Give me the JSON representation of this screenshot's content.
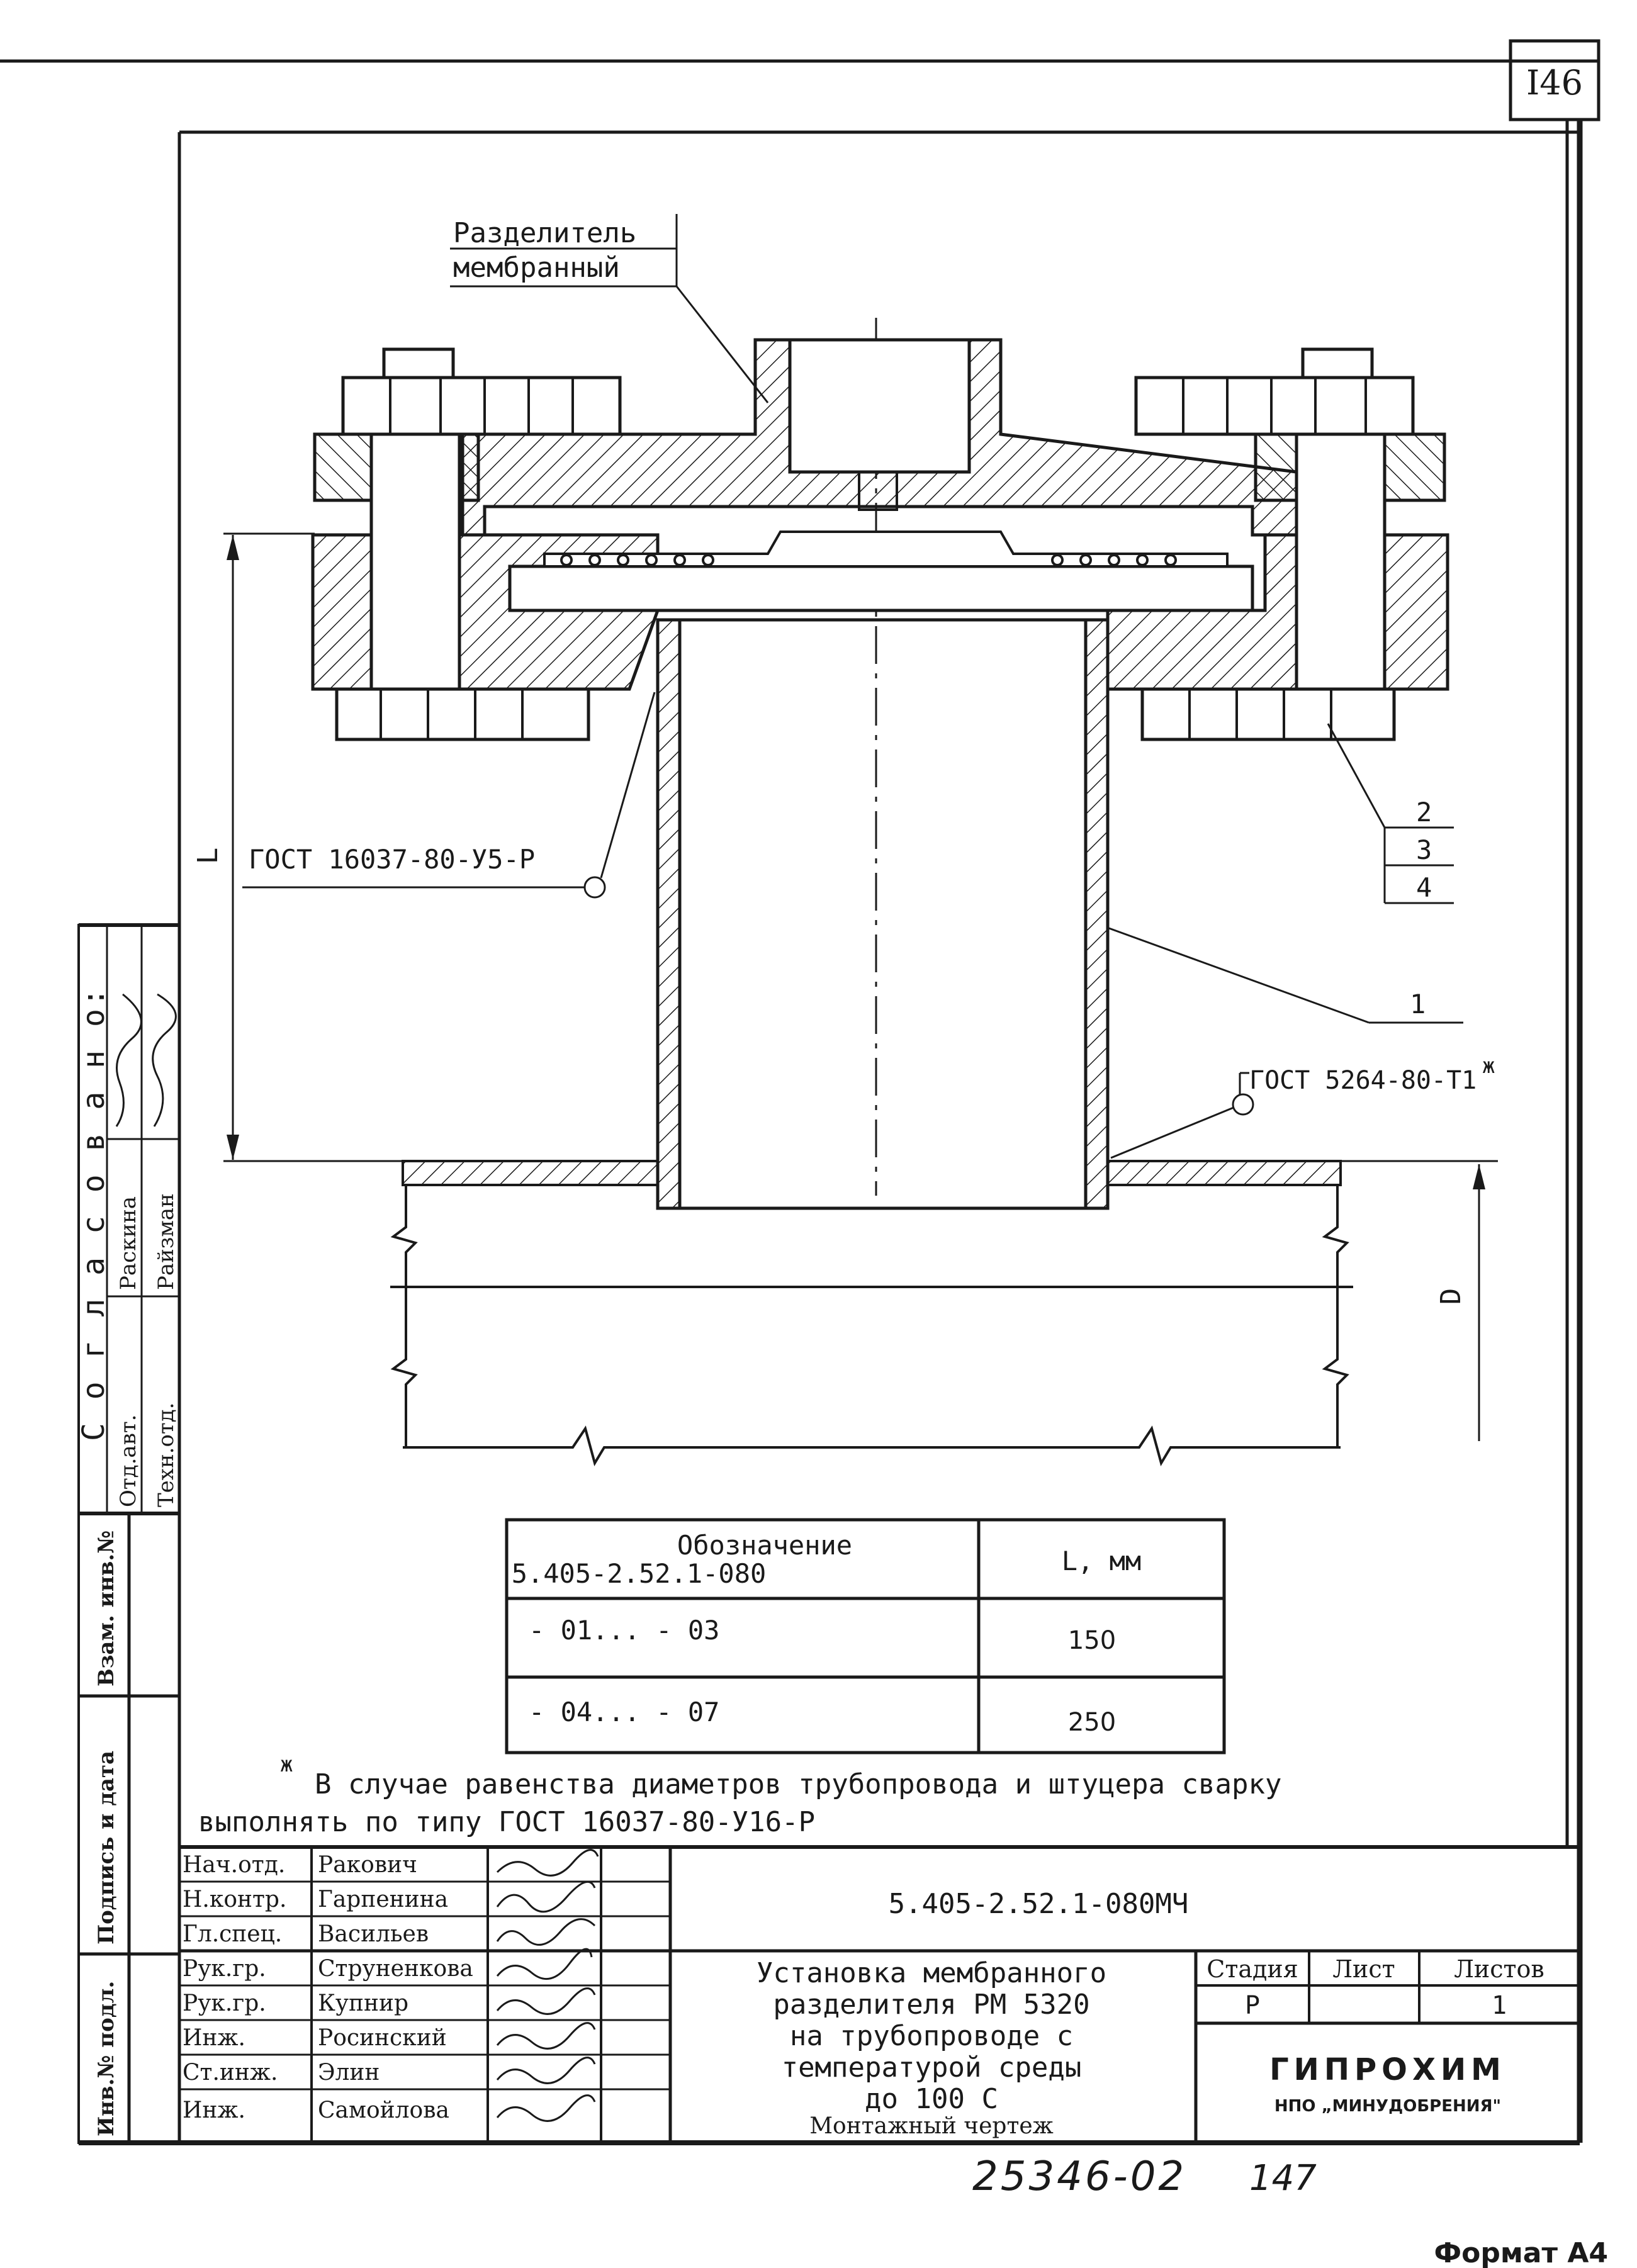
{
  "sheet": {
    "page_number": "I46",
    "format_label": "Формат А4",
    "archive_number": "25346-02",
    "archive_page": "147"
  },
  "callouts": {
    "separator_line1": "Разделитель",
    "separator_line2": "мембранный",
    "weld_left": "ГОСТ 16037-80-У5-Р",
    "weld_right": "ГОСТ 5264-80-Т1",
    "weld_right_mark": "ж",
    "dim_L": "L",
    "dim_D": "D",
    "pos_1": "1",
    "pos_2": "2",
    "pos_3": "3",
    "pos_4": "4"
  },
  "table": {
    "header_designation_line1": "Обозначение",
    "header_designation_line2": "5.405-2.52.1-080",
    "header_length": "L, мм",
    "rows": [
      {
        "designation": "- 01... - 03",
        "length": "150"
      },
      {
        "designation": "- 04... - 07",
        "length": "250"
      }
    ]
  },
  "note": {
    "mark": "ж",
    "line1": "В случае равенства диаметров трубопровода и штуцера сварку",
    "line2": "выполнять по типу ГОСТ 16037-80-У16-Р"
  },
  "title_block": {
    "roles": [
      {
        "role": "Нач.отд.",
        "name": "Ракович"
      },
      {
        "role": "Н.контр.",
        "name": "Гарпенина"
      },
      {
        "role": "Гл.спец.",
        "name": "Васильев"
      },
      {
        "role": "Рук.гр.",
        "name": "Струненкова"
      },
      {
        "role": "Рук.гр.",
        "name": "Купнир"
      },
      {
        "role": "Инж.",
        "name": "Росинский"
      },
      {
        "role": "Ст.инж.",
        "name": "Элин"
      },
      {
        "role": "Инж.",
        "name": "Самойлова"
      }
    ],
    "doc_code": "5.405-2.52.1-080МЧ",
    "title_lines": [
      "Установка мембранного",
      "разделителя РМ 5320",
      "на трубопроводе с",
      "температурой среды",
      "до 100 С"
    ],
    "subtitle": "Монтажный чертеж",
    "stage_label": "Стадия",
    "sheet_label": "Лист",
    "sheets_label": "Листов",
    "stage_value": "Р",
    "sheet_value": "",
    "sheets_value": "1",
    "org_name": "ГИПРОХИМ",
    "org_sub": "НПО „МИНУДОБРЕНИЯ\""
  },
  "side_stamp": {
    "agreed": "С о г л а с о в а н о:",
    "dept_auto": "Отд.авт.",
    "dept_tech": "Техн.отд.",
    "person1": "Раскина",
    "person2": "Райзман",
    "vzam": "Взам. инв.№",
    "podpis": "Подпись и дата",
    "inv_podl": "Инв.№ подл."
  }
}
